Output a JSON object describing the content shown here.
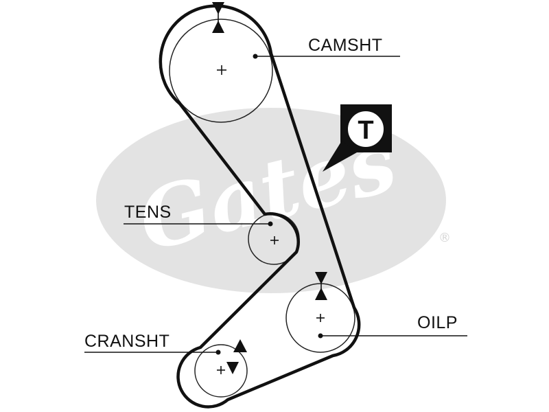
{
  "labels": {
    "camshaft": "CAMSHT",
    "tensioner": "TENS",
    "crankshaft": "CRANSHT",
    "oil_pump": "OILP"
  },
  "tension_badge": {
    "letter": "T"
  },
  "watermark": {
    "text": "Gates",
    "registered": "®"
  },
  "colors": {
    "line": "#111111",
    "watermark": "#e3e3e3",
    "background": "#ffffff"
  },
  "icons": [
    "timing-mark-icon",
    "tension-indicator-icon"
  ]
}
